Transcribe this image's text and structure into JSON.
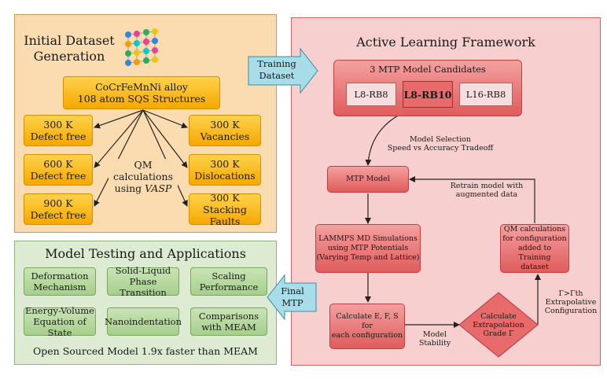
{
  "initial": {
    "title_line1": "Initial Dataset",
    "title_line2": "Generation",
    "alloy_line1": "CoCrFeMnNi alloy",
    "alloy_line2": "108 atom SQS Structures",
    "left_boxes": [
      {
        "temp": "300 K",
        "label": "Defect free"
      },
      {
        "temp": "600 K",
        "label": "Defect free"
      },
      {
        "temp": "900 K",
        "label": "Defect free"
      }
    ],
    "right_boxes": [
      {
        "temp": "300 K",
        "label": "Vacancies"
      },
      {
        "temp": "300 K",
        "label": "Dislocations"
      },
      {
        "temp": "300 K",
        "label": "Stacking Faults"
      }
    ],
    "qm_line1": "QM",
    "qm_line2": "calculations",
    "qm_line3_prefix": "using ",
    "qm_line3_em": "VASP"
  },
  "testing": {
    "title": "Model Testing and Applications",
    "boxes": [
      {
        "line1": "Deformation",
        "line2": "Mechanism"
      },
      {
        "line1": "Solid-Liquid",
        "line2": "Phase Transition"
      },
      {
        "line1": "Scaling",
        "line2": "Performance"
      },
      {
        "line1": "Energy-Volume",
        "line2": "Equation of State"
      },
      {
        "line1": "Nanoindentation",
        "line2": ""
      },
      {
        "line1": "Comparisons",
        "line2": "with MEAM"
      }
    ],
    "footer": "Open Sourced Model 1.9x faster than MEAM"
  },
  "arrows": {
    "training_line1": "Training",
    "training_line2": "Dataset",
    "final_line1": "Final",
    "final_line2": "MTP"
  },
  "active": {
    "title": "Active Learning Framework",
    "candidates_title": "3 MTP Model Candidates",
    "candidates": [
      "L8-RB8",
      "L8-RB10",
      "L16-RB8"
    ],
    "selection_line1": "Model Selection",
    "selection_line2": "Speed vs Accuracy Tradeoff",
    "mtp_model": "MTP Model",
    "retrain_line1": "Retrain model with",
    "retrain_line2": "augmented data",
    "lammps_line1": "LAMMPS MD Simulations",
    "lammps_line2": "using MTP Potentials",
    "lammps_line3": "(Varying Temp and Lattice)",
    "qm_line1": "QM calculations",
    "qm_line2": "for configuration",
    "qm_line3": "added to Training",
    "qm_line4": "dataset",
    "calc_line1": "Calculate E, F, S for",
    "calc_line2": "each configuration",
    "stability_line1": "Model",
    "stability_line2": "Stability",
    "grade_line1": "Calculate",
    "grade_line2": "Extrapolation",
    "grade_line3": "Grade Γ",
    "threshold": "Γ>Γth",
    "extrap_line1": "Extrapolative",
    "extrap_line2": "Configuration"
  },
  "colors": {
    "init_panel": "#fbdcb0",
    "test_panel": "#dcebd2",
    "al_panel": "#f8cfcf",
    "yellow_box": "#f5b800",
    "green_box": "#a6cf8c",
    "red_box": "#e05c5c",
    "arrow_fill": "#a6dde8"
  }
}
